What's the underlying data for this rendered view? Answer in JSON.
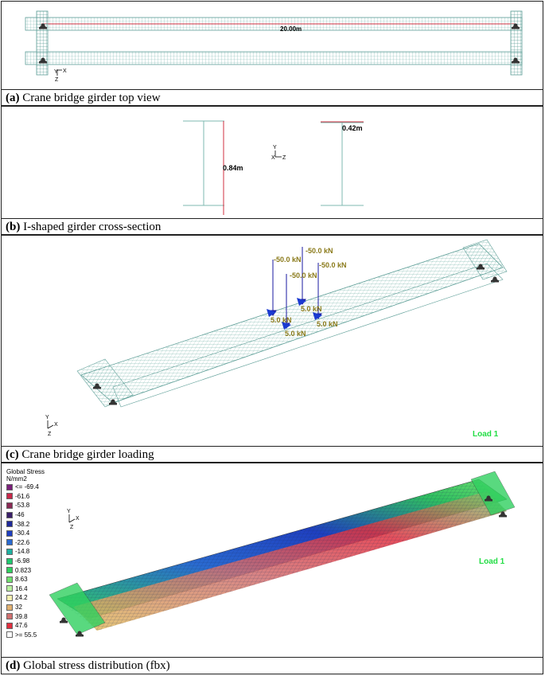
{
  "panels": {
    "a": {
      "letter": "(a)",
      "caption": "Crane bridge girder top view",
      "span_label": "20.00m",
      "axes": {
        "y": "Y",
        "x": "X",
        "z": "Z"
      }
    },
    "b": {
      "letter": "(b)",
      "caption": "I-shaped girder cross-section",
      "height_label": "0.84m",
      "width_label": "0.42m",
      "axes": {
        "y": "Y",
        "x": "X",
        "z": "Z"
      }
    },
    "c": {
      "letter": "(c)",
      "caption": "Crane bridge girder loading",
      "vertical_loads": [
        "-50.0 kN",
        "-50.0 kN",
        "-50.0 kN",
        "-50.0 kN"
      ],
      "lateral_loads": [
        "5.0 kN",
        "5.0 kN",
        "5.0 kN",
        "5.0 kN"
      ],
      "load_case": "Load 1",
      "axes": {
        "y": "Y",
        "x": "X",
        "z": "Z"
      }
    },
    "d": {
      "letter": "(d)",
      "caption": "Global stress distribution (fbx)",
      "legend_title": "Global Stress",
      "legend_unit": "N/mm2",
      "legend": [
        {
          "label": "<= -69.4",
          "color": "#7a1f7a"
        },
        {
          "label": "-61.6",
          "color": "#c8284a"
        },
        {
          "label": "-53.8",
          "color": "#8a2a55"
        },
        {
          "label": "-46",
          "color": "#3a1f6a"
        },
        {
          "label": "-38.2",
          "color": "#1f2a9a"
        },
        {
          "label": "-30.4",
          "color": "#1f3fc0"
        },
        {
          "label": "-22.6",
          "color": "#2a6ad0"
        },
        {
          "label": "-14.8",
          "color": "#20b0a0"
        },
        {
          "label": "-6.98",
          "color": "#20c870"
        },
        {
          "label": "0.823",
          "color": "#30d060"
        },
        {
          "label": "8.63",
          "color": "#70e070"
        },
        {
          "label": "16.4",
          "color": "#b8f0a0"
        },
        {
          "label": "24.2",
          "color": "#f8f0b0"
        },
        {
          "label": "32",
          "color": "#e0b070"
        },
        {
          "label": "39.8",
          "color": "#d07070"
        },
        {
          "label": "47.6",
          "color": "#e03040"
        },
        {
          "label": ">= 55.5",
          "color": "#ffffff"
        }
      ],
      "load_case": "Load 1",
      "axes": {
        "y": "Y",
        "x": "X",
        "z": "Z"
      }
    }
  }
}
